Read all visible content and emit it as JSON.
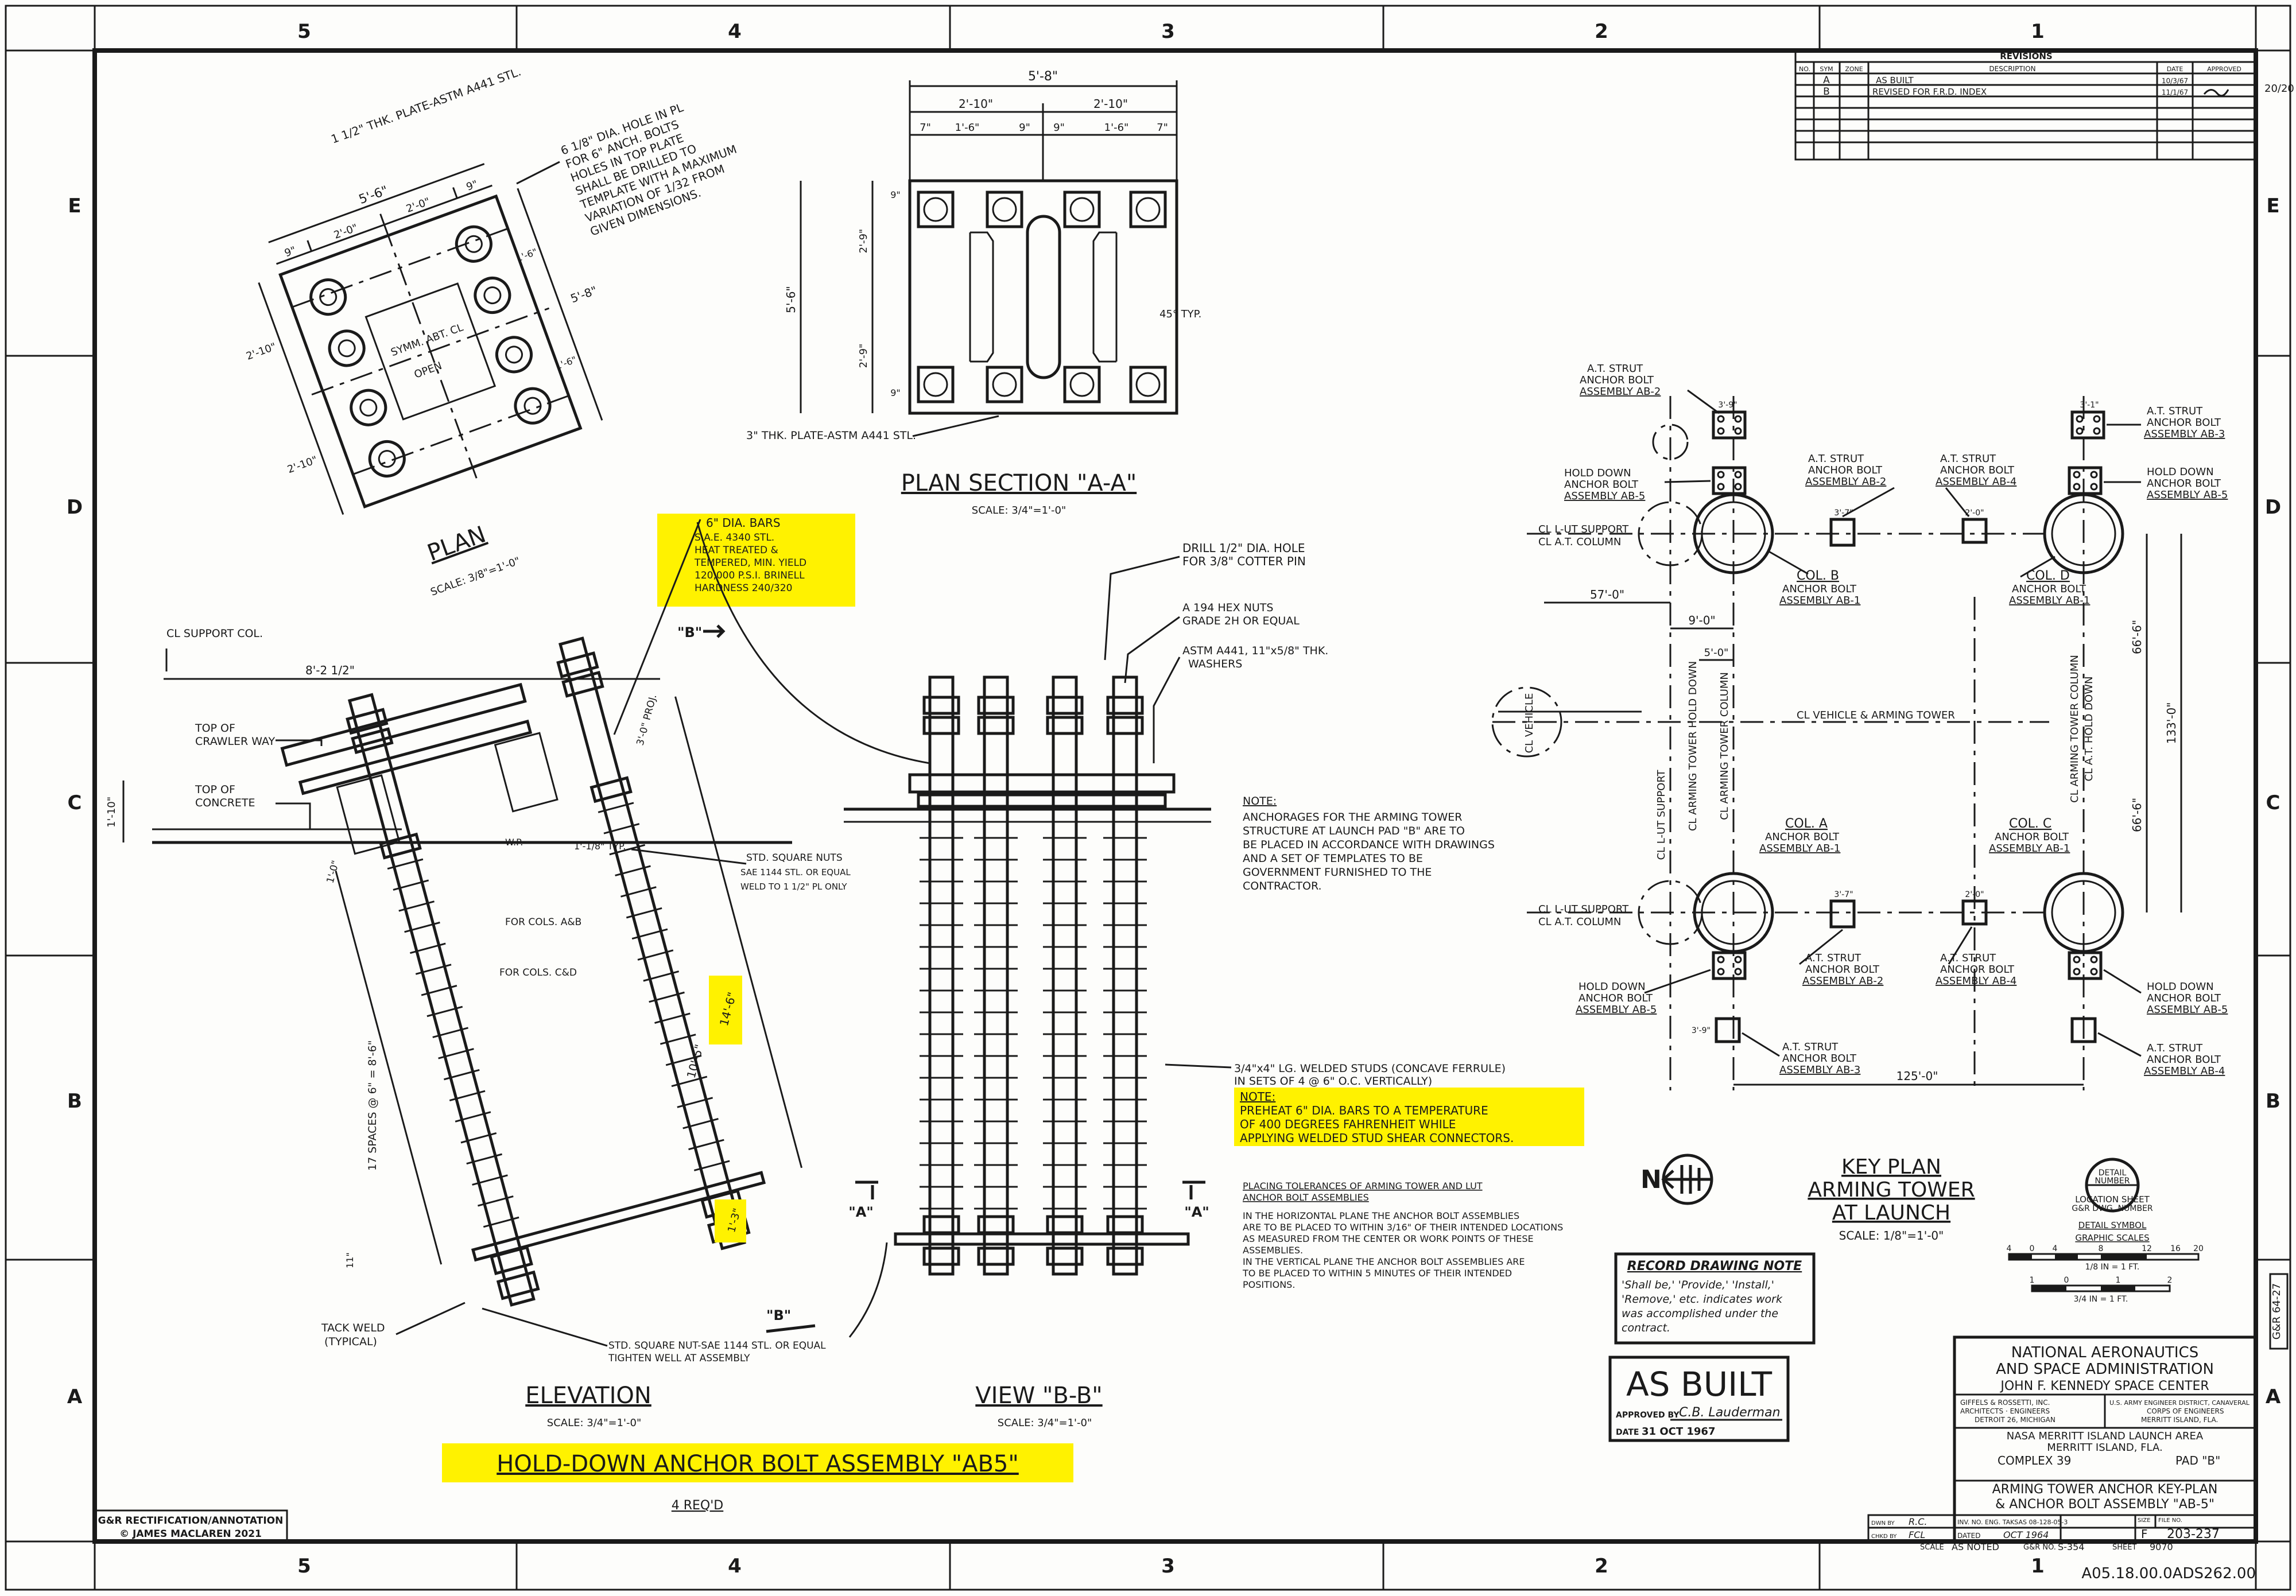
{
  "zones": {
    "cols": [
      "5",
      "4",
      "3",
      "2",
      "1"
    ],
    "rows": [
      "E",
      "D",
      "C",
      "B",
      "A"
    ]
  },
  "revisions": {
    "title": "REVISIONS",
    "headers": [
      "NO.",
      "SYM",
      "ZONE",
      "DESCRIPTION",
      "DATE",
      "APPROVED"
    ],
    "rows": [
      {
        "sym": "A",
        "desc": "AS BUILT",
        "date": "10/3/67"
      },
      {
        "sym": "B",
        "desc": "REVISED FOR F.R.D. INDEX",
        "date": "11/1/67"
      }
    ]
  },
  "plan": {
    "title": "PLAN",
    "scale": "SCALE: 3/8\"=1'-0\"",
    "plate_note": "1 1/2\" THK. PLATE-ASTM A441 STL.",
    "hole_note": [
      "6 1/8\" DIA. HOLE IN PL",
      "FOR 6\" ANCH. BOLTS",
      "HOLES IN TOP PLATE",
      "SHALL BE DRILLED TO",
      "TEMPLATE WITH A MAXIMUM",
      "VARIATION OF 1/32 FROM",
      "GIVEN DIMENSIONS."
    ],
    "symm": "SYMM. ABT. CL",
    "open": "OPEN",
    "dims": {
      "overall_w": "5'-6\"",
      "w1": "9\"",
      "w2": "2'-0\"",
      "w3": "2'-0\"",
      "w4": "9\"",
      "h_left1": "2'-10\"",
      "h_left2": "2'-10\"",
      "h_right": "5'-8\"",
      "h_r1": "1'-6\"",
      "h_r2": "1'-6\""
    }
  },
  "plan_section": {
    "title": "PLAN SECTION \"A-A\"",
    "scale": "SCALE: 3/4\"=1'-0\"",
    "plate_note": "3\" THK. PLATE-ASTM A441 STL.",
    "dims": {
      "overall": "5'-8\"",
      "half_l": "2'-10\"",
      "half_r": "2'-10\"",
      "d1": "7\"",
      "d2": "1'-6\"",
      "d3": "9\"",
      "d4": "9\"",
      "d5": "1'-6\"",
      "d6": "7\"",
      "height": "5'-6\"",
      "h1": "2'-9\"",
      "h2": "2'-9\"",
      "h3": "9\"",
      "h4": "9\"",
      "chamfer": "45° TYP."
    }
  },
  "elevation": {
    "title": "ELEVATION",
    "scale": "SCALE: 3/4\"=1'-0\"",
    "labels": {
      "support_col": "CL SUPPORT COL.",
      "top_crawlerway": [
        "TOP OF",
        "CRAWLER WAY"
      ],
      "top_concrete": [
        "TOP OF",
        "CONCRETE"
      ],
      "wp": "W.P.",
      "std_nuts": [
        "STD. SQUARE NUTS",
        "SAE 1144 STL. OR EQUAL",
        "WELD TO 1 1/2\" PL ONLY"
      ],
      "cols_ab": "FOR COLS. A&B",
      "cols_cd": "FOR COLS. C&D",
      "tack_weld": [
        "TACK WELD",
        "(TYPICAL)"
      ],
      "bottom_nut": [
        "STD. SQUARE NUT-SAE 1144 STL. OR EQUAL",
        "TIGHTEN WELL AT ASSEMBLY"
      ],
      "spaces": "17 SPACES @ 6\" = 8'-6\"",
      "typ": "1'-1/8\" TYP."
    },
    "dims": {
      "width": "8'-2 1/2\"",
      "proj": "3'-0\" PROJ.",
      "h1": "1'-10\"",
      "len": "10'-5\"",
      "hl_len": "14'-6\"",
      "hl_end": "1'-3\"",
      "d_top": "1'-0\"",
      "d_11": "11\"",
      "cut_a": "\"A\"",
      "cut_b": "\"B\""
    },
    "bars_note": [
      "6\" DIA. BARS",
      "S.A.E. 4340 STL.",
      "HEAT TREATED &",
      "TEMPERED, MIN. YIELD",
      "120,000 P.S.I. BRINELL",
      "HARDNESS 240/320"
    ]
  },
  "view_bb": {
    "title": "VIEW \"B-B\"",
    "scale": "SCALE: 3/4\"=1'-0\"",
    "labels": {
      "drill": [
        "DRILL 1/2\" DIA. HOLE",
        "FOR 3/8\" COTTER PIN"
      ],
      "nuts": [
        "A 194 HEX NUTS",
        "GRADE 2H OR EQUAL"
      ],
      "washers": [
        "ASTM A441, 11\"x5/8\" THK.",
        "WASHERS"
      ],
      "studs": [
        "3/4\"x4\" LG. WELDED STUDS (CONCAVE FERRULE)",
        "IN SETS OF 4 @ 6\" O.C. VERTICALLY)"
      ]
    },
    "preheat_note": [
      "NOTE:",
      "PREHEAT 6\" DIA. BARS TO A TEMPERATURE",
      "OF 400 DEGREES FAHRENHEIT WHILE",
      "APPLYING WELDED STUD SHEAR CONNECTORS."
    ]
  },
  "notes": {
    "general": [
      "NOTE:",
      "ANCHORAGES FOR THE ARMING TOWER",
      "STRUCTURE AT LAUNCH PAD \"B\" ARE TO",
      "BE PLACED IN ACCORDANCE WITH DRAWINGS",
      "AND A SET OF TEMPLATES TO BE",
      "GOVERNMENT FURNISHED TO THE",
      "CONTRACTOR."
    ],
    "tolerances": [
      "PLACING TOLERANCES OF ARMING TOWER AND LUT",
      "ANCHOR BOLT ASSEMBLIES",
      "IN THE HORIZONTAL PLANE THE ANCHOR BOLT ASSEMBLIES",
      "ARE TO BE PLACED TO WITHIN 3/16\" OF THEIR INTENDED LOCATIONS",
      "AS MEASURED FROM THE CENTER OR WORK POINTS OF THESE",
      "ASSEMBLIES.",
      "IN THE VERTICAL PLANE THE ANCHOR BOLT ASSEMBLIES ARE",
      "TO BE PLACED TO WITHIN 5 MINUTES OF THEIR INTENDED",
      "POSITIONS."
    ]
  },
  "key_plan": {
    "title": [
      "KEY PLAN",
      "ARMING TOWER",
      "AT LAUNCH"
    ],
    "scale": "SCALE: 1/8\"=1'-0\"",
    "north": "N",
    "labels": {
      "at_strut_ab2_top": [
        "A.T. STRUT",
        "ANCHOR BOLT",
        "ASSEMBLY AB-2"
      ],
      "at_strut_ab3_top": [
        "A.T. STRUT",
        "ANCHOR BOLT",
        "ASSEMBLY AB-3"
      ],
      "hold_down_l_top": [
        "HOLD DOWN",
        "ANCHOR BOLT",
        "ASSEMBLY AB-5"
      ],
      "at_strut_ab2_mid": [
        "A.T. STRUT",
        "ANCHOR BOLT",
        "ASSEMBLY AB-2"
      ],
      "at_strut_ab4_mid": [
        "A.T. STRUT",
        "ANCHOR BOLT",
        "ASSEMBLY AB-4"
      ],
      "hold_down_r_top": [
        "HOLD DOWN",
        "ANCHOR BOLT",
        "ASSEMBLY AB-5"
      ],
      "lut_support_top": [
        "CL L-UT SUPPORT",
        "CL A.T. COLUMN"
      ],
      "col_b": [
        "COL. B",
        "ANCHOR BOLT",
        "ASSEMBLY AB-1"
      ],
      "col_d": [
        "COL. D",
        "ANCHOR BOLT",
        "ASSEMBLY AB-1"
      ],
      "vehicle": "CL VEHICLE",
      "vehicle_tower": "CL VEHICLE & ARMING TOWER",
      "lut_support_v": "CL L-UT SUPPORT",
      "arming_hold": "CL ARMING TOWER HOLD DOWN",
      "arming_col": "CL ARMING TOWER COLUMN",
      "arming_col_r": "CL ARMING TOWER COLUMN",
      "at_hold_r": "CL A.T. HOLD DOWN",
      "col_a": [
        "COL. A",
        "ANCHOR BOLT",
        "ASSEMBLY AB-1"
      ],
      "col_c": [
        "COL. C",
        "ANCHOR BOLT",
        "ASSEMBLY AB-1"
      ],
      "lut_support_bot": [
        "CL L-UT SUPPORT",
        "CL A.T. COLUMN"
      ],
      "at_strut_ab2_bot": [
        "A.T. STRUT",
        "ANCHOR BOLT",
        "ASSEMBLY AB-2"
      ],
      "at_strut_ab4_bot": [
        "A.T. STRUT",
        "ANCHOR BOLT",
        "ASSEMBLY AB-4"
      ],
      "hold_down_l_bot": [
        "HOLD DOWN",
        "ANCHOR BOLT",
        "ASSEMBLY AB-5"
      ],
      "hold_down_r_bot": [
        "HOLD DOWN",
        "ANCHOR BOLT",
        "ASSEMBLY AB-5"
      ],
      "at_strut_ab3_bot": [
        "A.T. STRUT",
        "ANCHOR BOLT",
        "ASSEMBLY AB-3"
      ],
      "at_strut_ab4_bot2": [
        "A.T. STRUT",
        "ANCHOR BOLT",
        "ASSEMBLY AB-4"
      ]
    },
    "dims": {
      "d57": "57'-0\"",
      "d9": "9'-0\"",
      "d5": "5'-0\"",
      "d66a": "66'-6\"",
      "d133": "133'-0\"",
      "d66b": "66'-6\"",
      "d125": "125'-0\"",
      "s39a": "3'-9\"",
      "s39b": "3'-9\"",
      "s31": "3'-1\"",
      "s37": "3'-7\"",
      "s20a": "2'-0\"",
      "s20b": "2'-0\"",
      "s37b": "3'-7\""
    }
  },
  "detail_symbol": {
    "lines": [
      "DETAIL",
      "NUMBER",
      "LOCATION SHEET",
      "G&R DWG. NUMBER",
      "DETAIL SYMBOL",
      "GRAPHIC SCALES"
    ],
    "scale_1": "1/8 IN = 1 FT.",
    "scale_2": "3/4 IN = 1 FT.",
    "ticks_1": [
      "4",
      "0",
      "4",
      "8",
      "12",
      "16",
      "20"
    ],
    "ticks_2": [
      "1",
      "0",
      "1",
      "2"
    ]
  },
  "record_note": {
    "title": "RECORD DRAWING NOTE",
    "text": [
      "'Shall be,' 'Provide,' 'Install,'",
      "'Remove,' etc. indicates work",
      "was accomplished under the",
      "contract."
    ]
  },
  "stamp": {
    "big": "AS BUILT",
    "approved": "APPROVED BY",
    "signature": "C.B. Lauderman",
    "date_label": "DATE",
    "date": "31 OCT 1967"
  },
  "title_block": {
    "agency": [
      "NATIONAL AERONAUTICS",
      "AND SPACE ADMINISTRATION",
      "JOHN F. KENNEDY SPACE CENTER"
    ],
    "architect": [
      "GIFFELS & ROSSETTI, INC.",
      "ARCHITECTS · ENGINEERS",
      "DETROIT 26, MICHIGAN"
    ],
    "engineer": [
      "U.S. ARMY ENGINEER DISTRICT, CANAVERAL",
      "CORPS OF ENGINEERS",
      "MERRITT ISLAND, FLA."
    ],
    "project": [
      "NASA MERRITT ISLAND LAUNCH AREA",
      "MERRITT ISLAND, FLA."
    ],
    "complex": "COMPLEX 39",
    "pad": "PAD \"B\"",
    "title": [
      "ARMING TOWER ANCHOR KEY-PLAN",
      "& ANCHOR BOLT ASSEMBLY \"AB-5\""
    ],
    "drawn_by_label": "DWN BY",
    "drawn_by": "R.C.",
    "chkd_by_label": "CHKD BY",
    "chkd_by": "FCL",
    "inv": "INV. NO. ENG. TAKSAS 08-128-05-3",
    "dated_label": "DATED",
    "dated": "OCT 1964",
    "size_label": "SIZE",
    "size": "F",
    "file_label": "FILE NO.",
    "file": "203-237",
    "scale_label": "SCALE",
    "scale": "AS NOTED",
    "gr_label": "G&R NO.",
    "gr": "S-354",
    "sheet_label": "SHEET",
    "sheet": "9070",
    "gr_side": "G&R 64-27",
    "doc_id": "A05.18.00.0ADS262.00"
  },
  "highlight_title": "HOLD-DOWN ANCHOR BOLT ASSEMBLY \"AB5\"",
  "reqd": "4 REQ'D",
  "credit": [
    "G&R RECTIFICATION/ANNOTATION",
    "© JAMES MACLAREN 2021"
  ],
  "margin_note": [
    "20/20"
  ]
}
